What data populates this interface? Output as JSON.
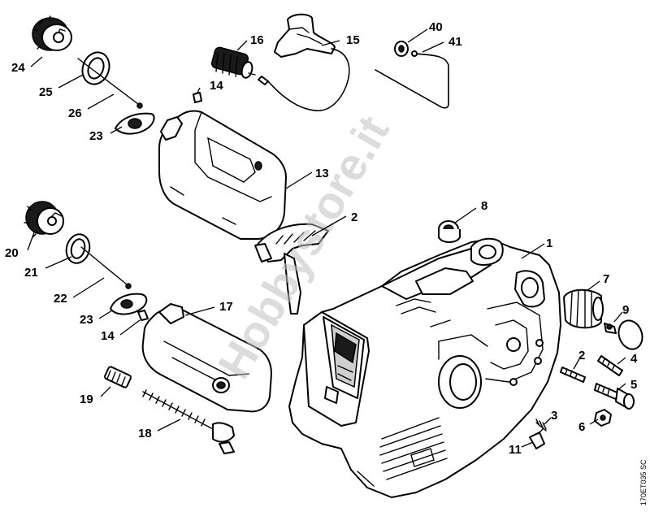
{
  "watermark": "Hobbystore.it",
  "drawing_code": "170ET035 SC",
  "callouts": {
    "c1": "1",
    "c2a": "2",
    "c2b": "2",
    "c3": "3",
    "c4": "4",
    "c5": "5",
    "c6": "6",
    "c7": "7",
    "c8": "8",
    "c9": "9",
    "c11": "11",
    "c13": "13",
    "c14a": "14",
    "c14b": "14",
    "c15": "15",
    "c16": "16",
    "c17": "17",
    "c18": "18",
    "c19": "19",
    "c20": "20",
    "c21": "21",
    "c22": "22",
    "c23a": "23",
    "c23b": "23",
    "c24": "24",
    "c25": "25",
    "c26": "26",
    "c40": "40",
    "c41": "41"
  }
}
